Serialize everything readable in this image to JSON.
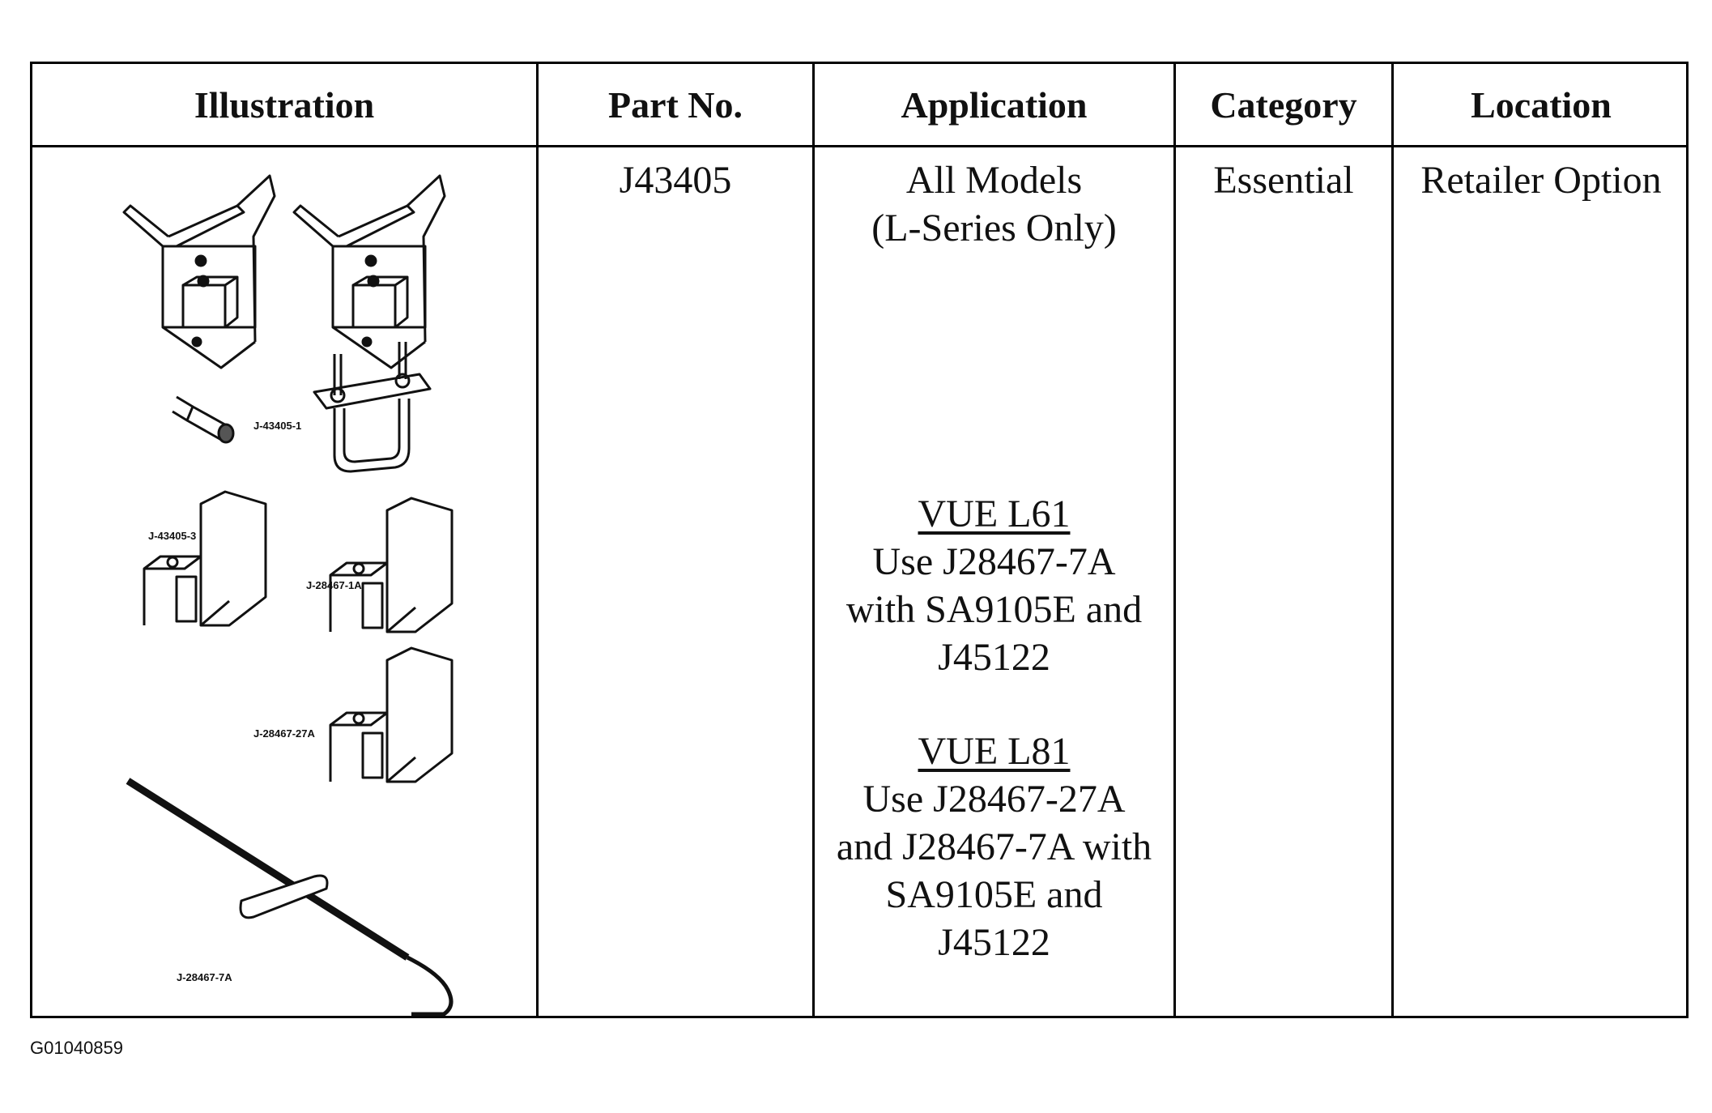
{
  "table": {
    "headers": {
      "illustration": "Illustration",
      "part_no": "Part No.",
      "application": "Application",
      "category": "Category",
      "location": "Location"
    },
    "row": {
      "part_no": "J43405",
      "application": {
        "line1": "All Models",
        "line2": "(L-Series Only)",
        "vue_l61": {
          "title": "VUE L61",
          "lines": [
            "Use J28467-7A",
            "with SA9105E and",
            "J45122"
          ]
        },
        "vue_l81": {
          "title": "VUE L81",
          "lines": [
            "Use J28467-27A",
            "and J28467-7A with",
            "SA9105E and",
            "J45122"
          ]
        }
      },
      "category": "Essential",
      "location": "Retailer Option",
      "illustration_labels": {
        "bracket": "J-43405-1",
        "pin": "J-43405-3",
        "u_bolt": "J-28467-1A",
        "hook_blocks": "J-28467-27A",
        "rod": "J-28467-7A"
      }
    }
  },
  "footer": {
    "code": "G01040859"
  }
}
